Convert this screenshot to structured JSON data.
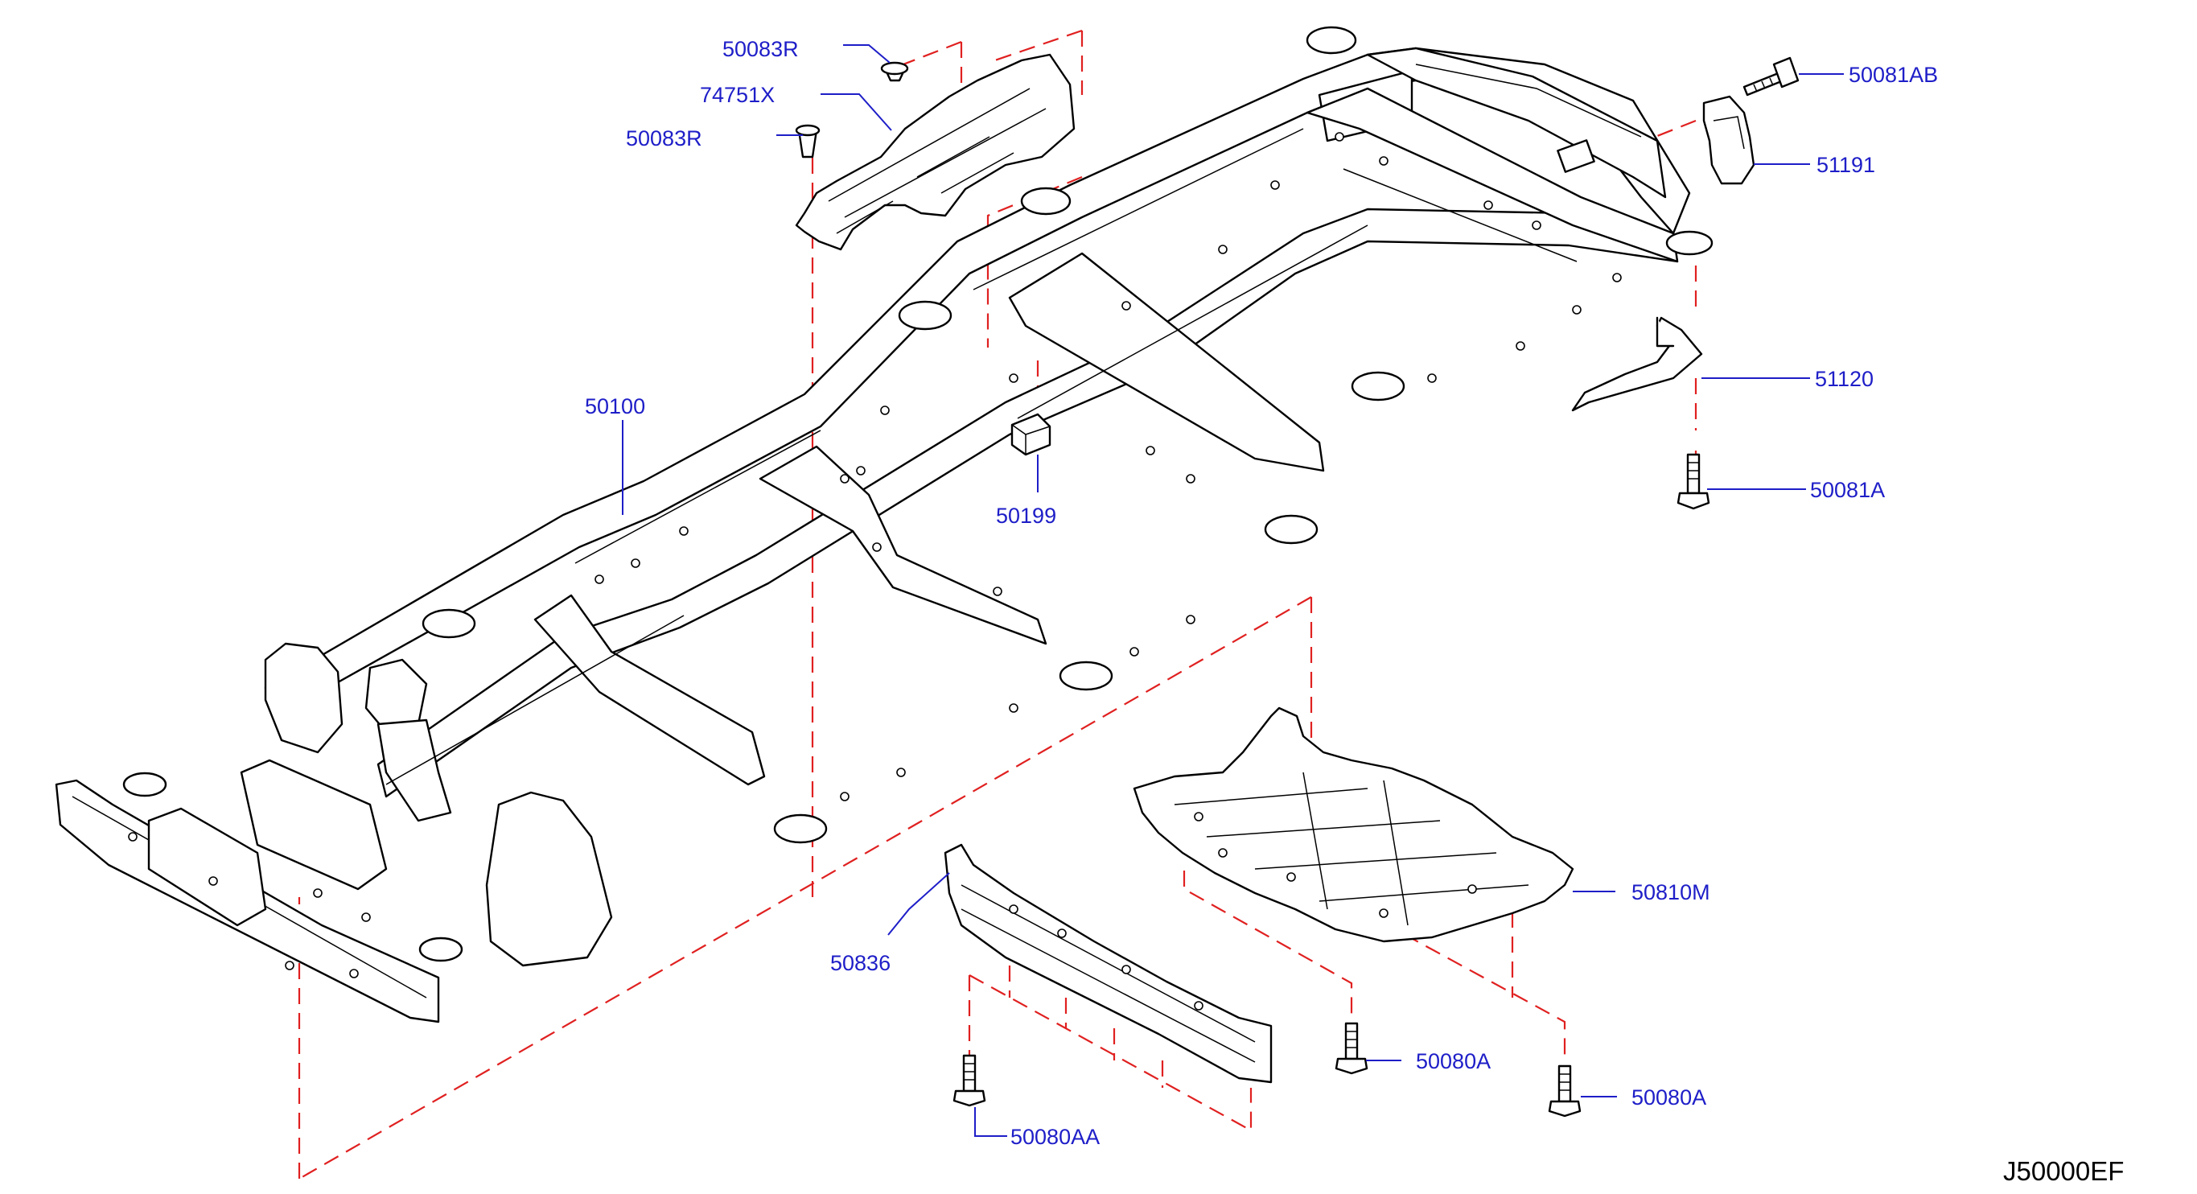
{
  "diagram_code": "J50000EF",
  "parts": [
    {
      "id": "p50083R-top",
      "number": "50083R"
    },
    {
      "id": "p74751X",
      "number": "74751X"
    },
    {
      "id": "p50083R-mid",
      "number": "50083R"
    },
    {
      "id": "p50081AB",
      "number": "50081AB"
    },
    {
      "id": "p51191",
      "number": "51191"
    },
    {
      "id": "p51120",
      "number": "51120"
    },
    {
      "id": "p50081A",
      "number": "50081A"
    },
    {
      "id": "p50100",
      "number": "50100"
    },
    {
      "id": "p50199",
      "number": "50199"
    },
    {
      "id": "p50810M",
      "number": "50810M"
    },
    {
      "id": "p50836",
      "number": "50836"
    },
    {
      "id": "p50080A-left",
      "number": "50080A"
    },
    {
      "id": "p50080A-right",
      "number": "50080A"
    },
    {
      "id": "p50080AA",
      "number": "50080AA"
    }
  ]
}
